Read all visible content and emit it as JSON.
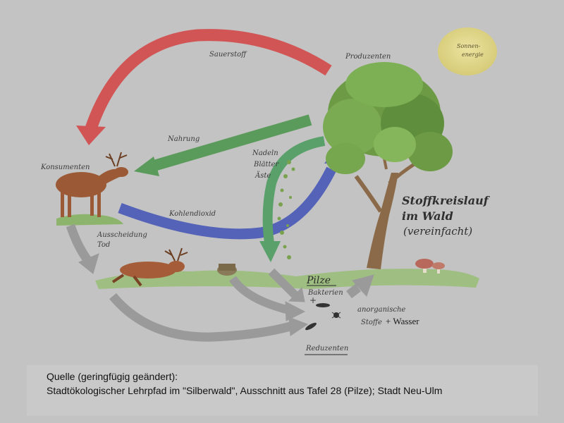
{
  "diagram": {
    "title_line1": "Stoffkreislauf",
    "title_line2": "im Wald",
    "title_line3": "(vereinfacht)",
    "sun_line1": "Sonnen-",
    "sun_line2": "energie",
    "labels": {
      "sauerstoff": "Sauerstoff",
      "produzenten": "Produzenten",
      "nahrung": "Nahrung",
      "konsumenten": "Konsumenten",
      "nadeln": "Nadeln",
      "blaetter": "Blätter",
      "aeste": "Äste",
      "kohlendioxid": "Kohlendioxid",
      "ausscheidung": "Ausscheidung",
      "tod": "Tod",
      "pilze": "Pilze",
      "bakterien": "Bakterien",
      "plus1": "+",
      "anorganische": "anorganische",
      "stoffe": "Stoffe",
      "wasser": "+ Wasser",
      "reduzenten": "Reduzenten"
    },
    "colors": {
      "oxygen_arrow": "#d25555",
      "food_arrow": "#5a9a5a",
      "co2_arrow": "#5463b8",
      "litter_arrow": "#5aa06a",
      "grey_arrow": "#9a9a9a",
      "sun": "#ddd383",
      "background": "#c3c3c3"
    }
  },
  "source": {
    "line1": "Quelle (geringfügig geändert):",
    "line2": "Stadtökologischer Lehrpfad im \"Silberwald\", Ausschnitt aus Tafel 28 (Pilze); Stadt Neu-Ulm"
  }
}
